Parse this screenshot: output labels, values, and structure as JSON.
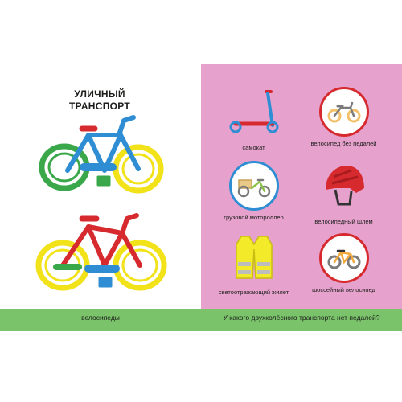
{
  "left_page": {
    "title_line1": "УЛИЧНЫЙ",
    "title_line2": "ТРАНСПОРТ",
    "caption": "велосипеды"
  },
  "right_page": {
    "question": "У какого двухколёсного транспорта нет педалей?",
    "items": [
      {
        "label": "самокат",
        "icon": "scooter-icon"
      },
      {
        "label": "велосипед без педалей",
        "icon": "balance-bike-icon"
      },
      {
        "label": "грузовой мотороллер",
        "icon": "cargo-bike-icon"
      },
      {
        "label": "велосипедный шлем",
        "icon": "helmet-icon"
      },
      {
        "label": "светоотражающий жилет",
        "icon": "vest-icon"
      },
      {
        "label": "шоссейный велосипед",
        "icon": "road-bike-icon"
      }
    ]
  },
  "colors": {
    "right_page_bg": "#e6a2cd",
    "bottom_bar": "#7ac36a",
    "blue": "#2f8ed3",
    "red": "#d62a2e",
    "yellow": "#f2e21a",
    "green": "#3aa84a"
  }
}
